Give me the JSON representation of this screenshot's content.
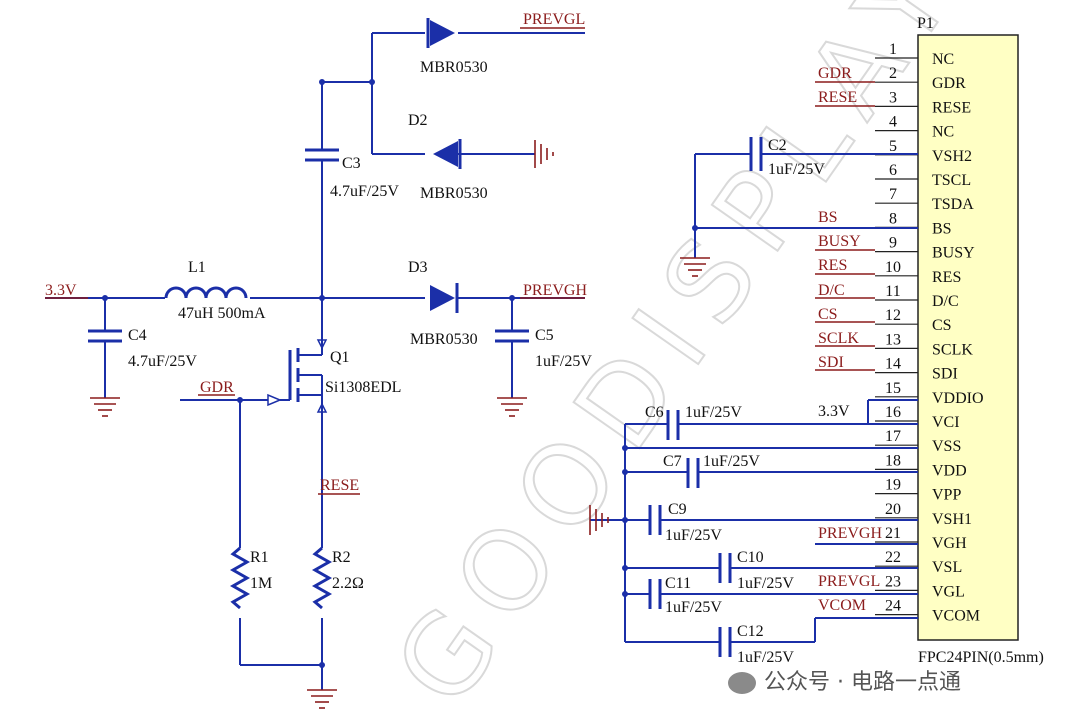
{
  "components": {
    "C2": {
      "ref": "C2",
      "value": "1uF/25V"
    },
    "C3": {
      "ref": "C3",
      "value": "4.7uF/25V"
    },
    "C4": {
      "ref": "C4",
      "value": "4.7uF/25V"
    },
    "C5": {
      "ref": "C5",
      "value": "1uF/25V"
    },
    "C6": {
      "ref": "C6",
      "value": "1uF/25V"
    },
    "C7": {
      "ref": "C7",
      "value": "1uF/25V"
    },
    "C9": {
      "ref": "C9",
      "value": "1uF/25V"
    },
    "C10": {
      "ref": "C10",
      "value": "1uF/25V"
    },
    "C11": {
      "ref": "C11",
      "value": "1uF/25V"
    },
    "C12": {
      "ref": "C12",
      "value": "1uF/25V"
    },
    "L1": {
      "ref": "L1",
      "value": "47uH 500mA"
    },
    "D1": {
      "value": "MBR0530"
    },
    "D2": {
      "ref": "D2",
      "value": "MBR0530"
    },
    "D3": {
      "ref": "D3",
      "value": "MBR0530"
    },
    "Q1": {
      "ref": "Q1",
      "value": "Si1308EDL"
    },
    "R1": {
      "ref": "R1",
      "value": "1M"
    },
    "R2": {
      "ref": "R2",
      "value": "2.2Ω"
    }
  },
  "nets": {
    "prevgl": "PREVGL",
    "prevgh": "PREVGH",
    "v33": "3.3V",
    "gdr": "GDR",
    "rese": "RESE",
    "bs": "BS",
    "busy": "BUSY",
    "res": "RES",
    "dc": "D/C",
    "cs": "CS",
    "sclk": "SCLK",
    "sdi": "SDI",
    "vcom": "VCOM"
  },
  "connector": {
    "ref": "P1",
    "footprint": "FPC24PIN(0.5mm)",
    "pins": [
      {
        "num": "1",
        "name": "NC"
      },
      {
        "num": "2",
        "name": "GDR"
      },
      {
        "num": "3",
        "name": "RESE"
      },
      {
        "num": "4",
        "name": "NC"
      },
      {
        "num": "5",
        "name": "VSH2"
      },
      {
        "num": "6",
        "name": "TSCL"
      },
      {
        "num": "7",
        "name": "TSDA"
      },
      {
        "num": "8",
        "name": "BS"
      },
      {
        "num": "9",
        "name": "BUSY"
      },
      {
        "num": "10",
        "name": "RES"
      },
      {
        "num": "11",
        "name": "D/C"
      },
      {
        "num": "12",
        "name": "CS"
      },
      {
        "num": "13",
        "name": "SCLK"
      },
      {
        "num": "14",
        "name": "SDI"
      },
      {
        "num": "15",
        "name": "VDDIO"
      },
      {
        "num": "16",
        "name": "VCI"
      },
      {
        "num": "17",
        "name": "VSS"
      },
      {
        "num": "18",
        "name": "VDD"
      },
      {
        "num": "19",
        "name": "VPP"
      },
      {
        "num": "20",
        "name": "VSH1"
      },
      {
        "num": "21",
        "name": "VGH"
      },
      {
        "num": "22",
        "name": "VSL"
      },
      {
        "num": "23",
        "name": "VGL"
      },
      {
        "num": "24",
        "name": "VCOM"
      }
    ]
  },
  "watermark": "GOODISPLAY",
  "brand": "公众号 · 电路一点通"
}
